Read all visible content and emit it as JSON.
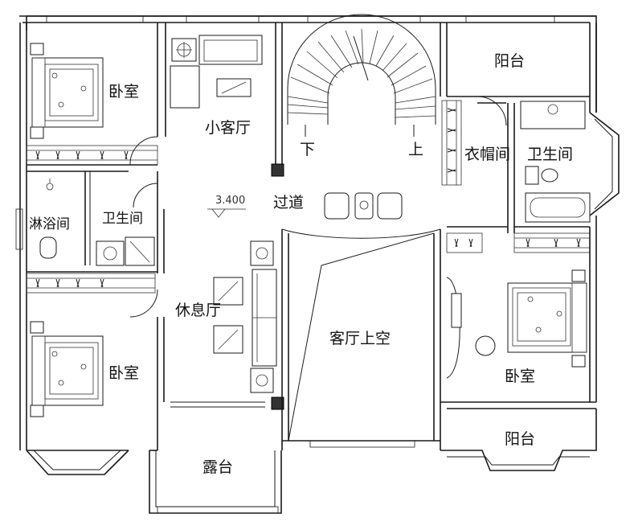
{
  "rooms": {
    "bedroom_nw": "卧室",
    "living_small": "小客厅",
    "balcony_ne": "阳台",
    "wardrobe": "衣帽间",
    "bath_east": "卫生间",
    "shower": "淋浴间",
    "bath_west": "卫生间",
    "corridor": "过道",
    "stair_down": "下",
    "stair_up": "上",
    "lounge": "休息厅",
    "living_void": "客厅上空",
    "bedroom_sw": "卧室",
    "bedroom_se": "卧室",
    "balcony_se": "阳台",
    "terrace": "露台"
  },
  "elevation": "3.400"
}
